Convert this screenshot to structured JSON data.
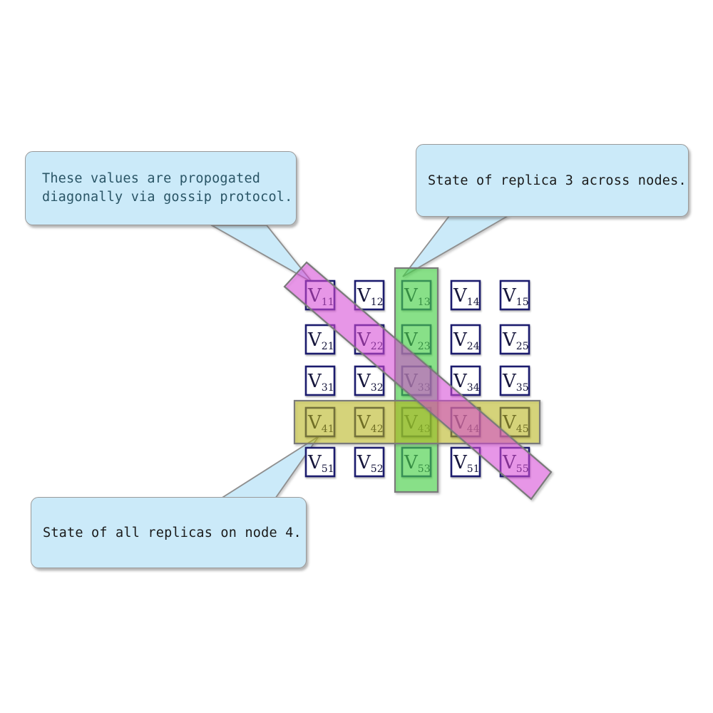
{
  "diagram": {
    "grid": {
      "rows": 5,
      "cols": 5,
      "cell_labels": [
        "V11",
        "V12",
        "V13",
        "V14",
        "V15",
        "V21",
        "V22",
        "V23",
        "V24",
        "V25",
        "V31",
        "V32",
        "V33",
        "V34",
        "V35",
        "V41",
        "V42",
        "V43",
        "V44",
        "V45",
        "V51",
        "V52",
        "V53",
        "V51",
        "V55"
      ]
    },
    "cell_style": {
      "border_color": "#1c1c6e",
      "label_color": "#16163c",
      "fill": "#ffffff"
    },
    "highlights": {
      "column": {
        "label": "replica-3-column",
        "fill": "rgba(70,230,70,0.55)"
      },
      "row": {
        "label": "node-4-row",
        "fill": "rgba(205,200,10,0.47)"
      },
      "diagonal": {
        "label": "gossip-diagonal-band",
        "fill": "rgba(242,70,242,0.47)"
      }
    }
  },
  "callouts": {
    "bubble_fill": "#cbeaf9",
    "bubble_border": "#9a9a9a",
    "gossip": {
      "lines": [
        "These values are propogated",
        "diagonally via gossip protocol."
      ],
      "text_color": "#2a5566"
    },
    "replica": {
      "text": "State of replica 3 across nodes.",
      "text_color": "#1a1a1a"
    },
    "node4": {
      "text": "State of all replicas on node 4.",
      "text_color": "#1a1a1a"
    }
  }
}
